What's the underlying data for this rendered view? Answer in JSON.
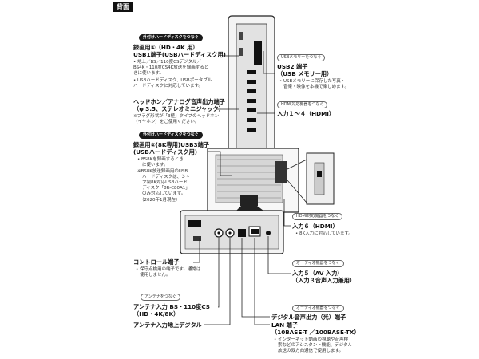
{
  "header": {
    "title": "背面"
  },
  "pills": {
    "hdd1": "外付けハードディスクをつなぐ",
    "usbmem": "USBメモリーをつなぐ",
    "hdmi1": "HDMI対応機器をつなぐ",
    "hdd2": "外付けハードディスクをつなぐ",
    "hdmi2": "HDMI対応機器をつなぐ",
    "audio1": "オーディオ機器をつなぐ",
    "antenna": "アンテナをつなぐ",
    "audio2": "オーディオ機器をつなぐ"
  },
  "left": {
    "usb1_l1": "録画用①（HD・4K 用）",
    "usb1_l2": "USB1端子(USBハードディスク用)",
    "usb1_n1": "• 地上／BS／110度CSデジタル／",
    "usb1_n2": "BS4K・110度CS4K放送を録画すると",
    "usb1_n3": "きに使います。",
    "usb1_n4": "• USBハードディスク、USBポータブル",
    "usb1_n5": "ハードディスクに対応しています。",
    "hp_l1": "ヘッドホン／アナログ音声出力端子",
    "hp_l2": "（φ 3.5、ステレオミニジャック）",
    "hp_n1": "※プラグ形状が「3極」タイプのヘッドホン",
    "hp_n2": "（イヤホン）をご使用ください。",
    "usb3_l1": "録画用②(8K専用)USB3端子",
    "usb3_l2": "(USBハードディスク用)",
    "usb3_n1": "• BS8Kを録画するとき",
    "usb3_n2": "に使います。",
    "usb3_n3": "※BS8K放送録画用のUSB",
    "usb3_n4": "ハードディスクは、シャー",
    "usb3_n5": "プ製8K対応USBハード",
    "usb3_n6": "ディスク「8R-C80A1」",
    "usb3_n7": "のみ対応しています。",
    "usb3_n8": "（2020年1月現在）",
    "ctrl_l": "コントロール端子",
    "ctrl_n1": "• 保守点検用の端子です。通常は",
    "ctrl_n2": "使用しません。",
    "ant_l1": "アンテナ入力 BS・110度CS",
    "ant_l2": "（HD・4K/8K）",
    "terr_l": "アンテナ入力地上デジタル"
  },
  "right": {
    "usb2_l1": "USB2 端子",
    "usb2_l2": "（USB メモリー用）",
    "usb2_n1": "• USBメモリーに保存した写真・",
    "usb2_n2": "音楽・映像を本機で楽しめます。",
    "in14": "入力１～４（HDMI）",
    "in6": "入力６（HDMI）",
    "in6_n": "• 8K入力に対応しています。",
    "in5_l1": "入力５（AV 入力）",
    "in5_l2": "（入力３音声入力兼用）",
    "opt": "デジタル音声出力（光）端子",
    "lan_l1": "LAN 端子",
    "lan_l2": "（10BASE-T ／100BASE-TX）",
    "lan_n1": "• インターネット動画の視聴や音声検",
    "lan_n2": "索などのアシスタント機能、デジタル",
    "lan_n3": "放送の双方向通信で使用します。"
  }
}
